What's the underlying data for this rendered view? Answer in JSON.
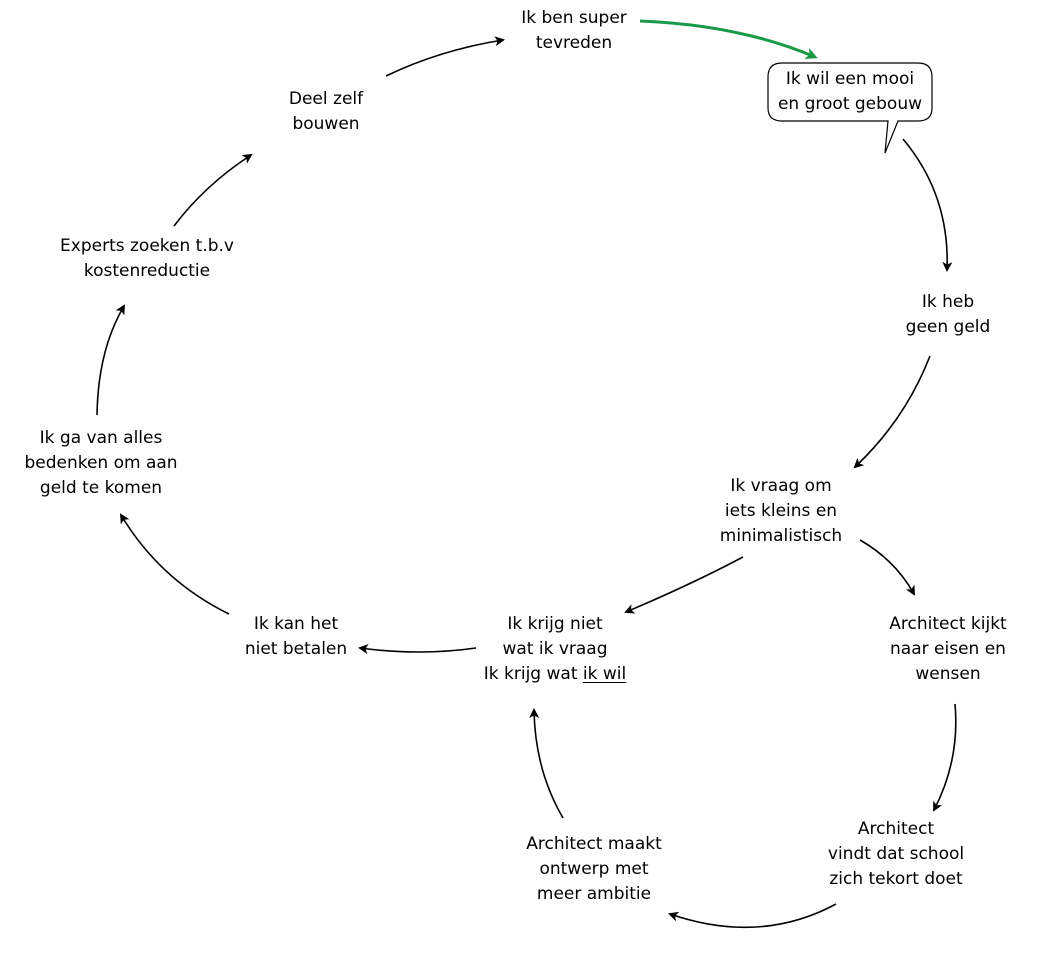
{
  "colors": {
    "text": "#000000",
    "arrow": "#000000",
    "highlight_arrow": "#1a9a48",
    "background": "#ffffff"
  },
  "nodes": {
    "super_tevreden": [
      "Ik ben super",
      "tevreden"
    ],
    "mooi_gebouw": [
      "Ik wil een mooi",
      "en groot gebouw"
    ],
    "geen_geld": [
      "Ik heb",
      "geen geld"
    ],
    "vraag_klein": [
      "Ik vraag om",
      "iets kleins en",
      "minimalistisch"
    ],
    "architect_kijkt": [
      "Architect kijkt",
      "naar eisen en",
      "wensen"
    ],
    "architect_vindt": [
      "Architect",
      "vindt dat school",
      "zich tekort doet"
    ],
    "architect_maakt": [
      "Architect maakt",
      "ontwerp met",
      "meer ambitie"
    ],
    "krijg_niet": {
      "line1": "Ik krijg niet",
      "line2": "wat ik vraag",
      "line3_prefix": "Ik krijg wat ",
      "line3_underlined": "ik wil"
    },
    "kan_niet_betalen": [
      "Ik kan het",
      "niet betalen"
    ],
    "ga_bedenken": [
      "Ik ga van alles",
      "bedenken om aan",
      "geld te komen"
    ],
    "experts": [
      "Experts zoeken t.b.v",
      "kostenreductie"
    ],
    "deel_zelf": [
      "Deel zelf",
      "bouwen"
    ]
  }
}
